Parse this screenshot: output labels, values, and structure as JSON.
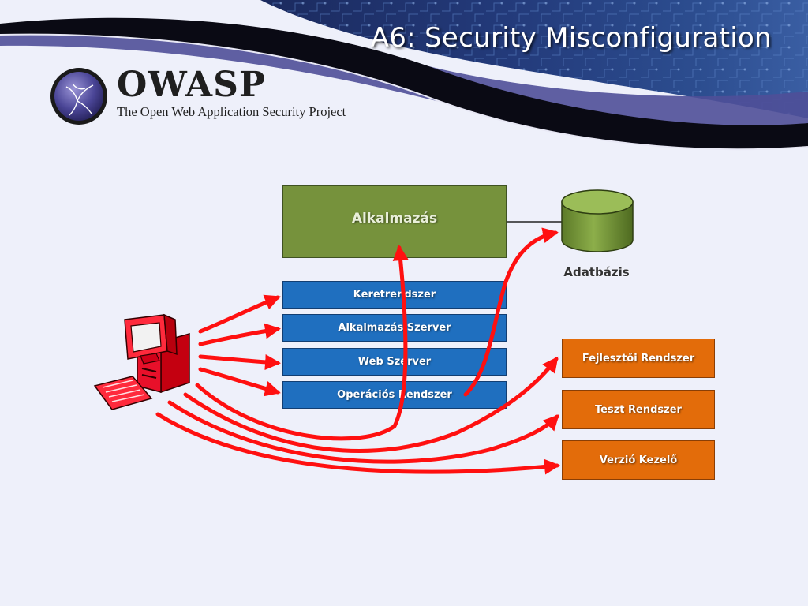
{
  "slide": {
    "title": "A6: Security Misconfiguration"
  },
  "logo": {
    "name": "OWASP",
    "tagline": "The Open Web Application Security Project"
  },
  "diagram": {
    "application": "Alkalmazás",
    "database": "Adatbázis",
    "layers": [
      "Keretrendszer",
      "Alkalmazás Szerver",
      "Web Szerver",
      "Operációs Rendszer"
    ],
    "environments": [
      "Fejlesztői Rendszer",
      "Teszt Rendszer",
      "Verzió Kezelő"
    ]
  },
  "colors": {
    "application": "#76923c",
    "database": "#76923c",
    "layer": "#1f6fbf",
    "environment": "#e36c0a",
    "arrow": "#ff0000",
    "banner": "#2b2f7a"
  },
  "icons": {
    "logo": "owasp-wasp-logo-icon",
    "attacker": "computer-terminal-icon",
    "database": "database-cylinder-icon"
  }
}
